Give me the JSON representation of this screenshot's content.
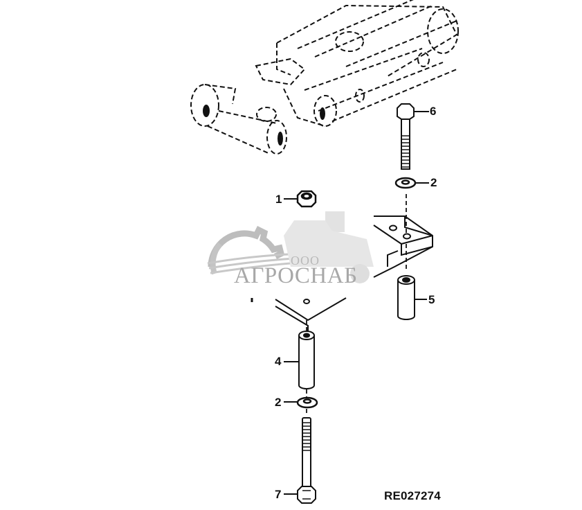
{
  "diagram": {
    "type": "exploded-parts-diagram",
    "figure_id": "RE027274",
    "callouts": [
      {
        "num": "1",
        "part": "hex nut"
      },
      {
        "num": "2",
        "part": "washer (upper)"
      },
      {
        "num": "2",
        "part": "washer (lower)"
      },
      {
        "num": "4",
        "part": "long spacer"
      },
      {
        "num": "5",
        "part": "short spacer"
      },
      {
        "num": "6",
        "part": "cap screw (upper)"
      },
      {
        "num": "7",
        "part": "cap screw (lower)"
      }
    ],
    "watermark": {
      "prefix": "ООО",
      "name": "АГРОСНАБ",
      "color": "#a8a8a8"
    },
    "colors": {
      "line": "#111111",
      "background": "#ffffff",
      "watermark": "#b5b5b5"
    }
  }
}
